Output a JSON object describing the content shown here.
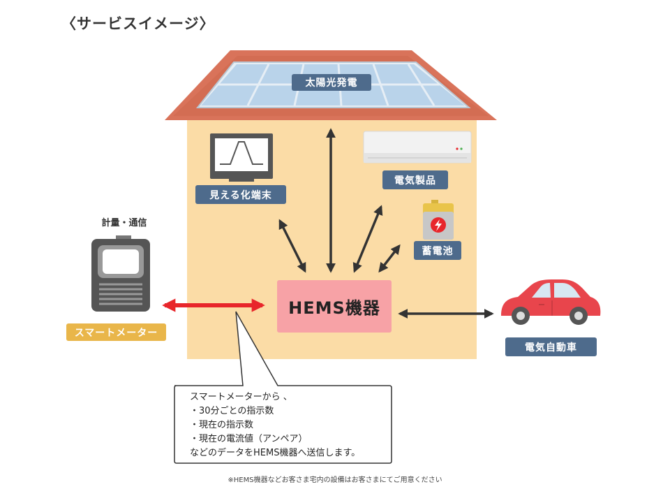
{
  "page_title": "〈サービスイメージ〉",
  "labels": {
    "solar": "太陽光発電",
    "display": "見える化端末",
    "appliance": "電気製品",
    "battery": "蓄電池",
    "meter_caption": "計量・通信",
    "smart_meter": "スマートメーター",
    "hems": "HEMS機器",
    "ev": "電気自動車"
  },
  "callout": {
    "lines": [
      "スマートメーターから 、",
      "・30分ごとの指示数",
      "・現在の指示数",
      "・現在の電流値（アンペア）",
      "などのデータをHEMS機器へ送信します。"
    ]
  },
  "footnote": "※HEMS機器などお客さま宅内の設備はお客さまにてご用意ください",
  "colors": {
    "roof": "#d9735a",
    "house_wall": "#fbdca6",
    "label_blue": "#4e6b8c",
    "label_yellow": "#e9b64a",
    "hems_pink": "#f7a2a6",
    "red_arrow": "#e8262b",
    "dark_arrow": "#333333",
    "car_red": "#e8454c"
  },
  "icons": [
    "solar-panel-icon",
    "monitor-icon",
    "air-conditioner-icon",
    "battery-icon",
    "smart-meter-icon",
    "car-icon"
  ]
}
